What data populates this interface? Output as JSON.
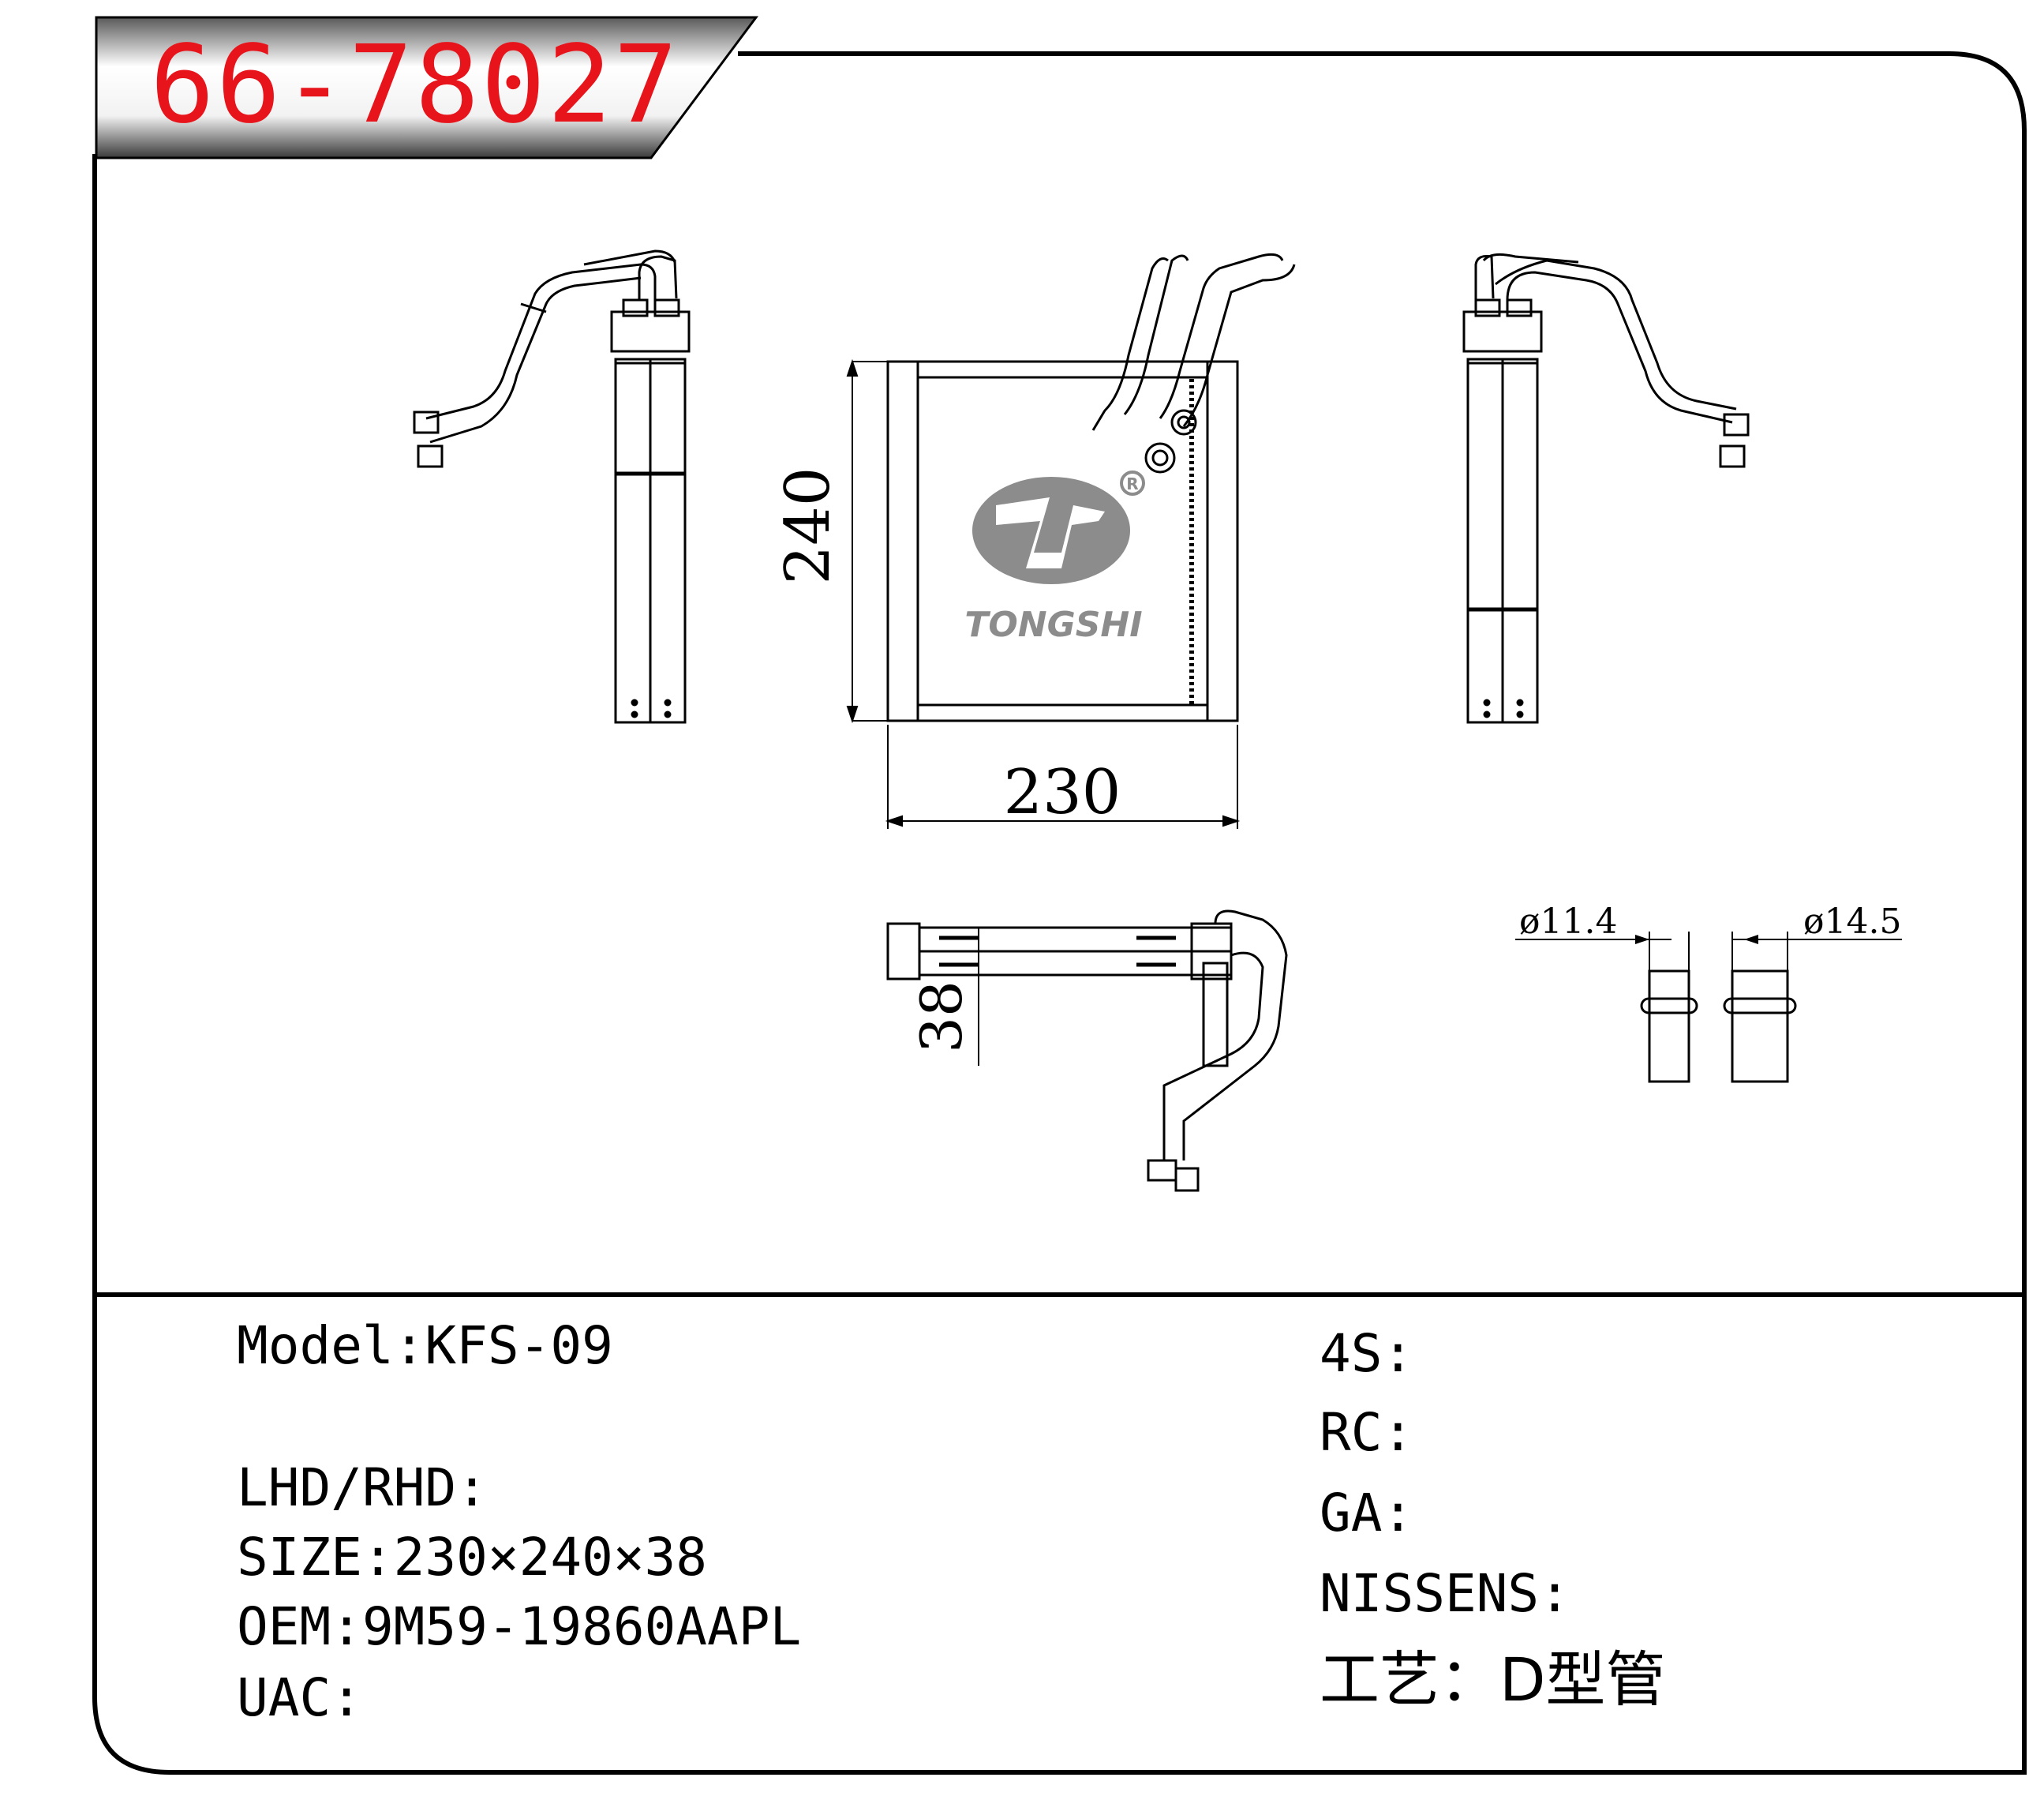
{
  "header": {
    "part_number": "66-78027"
  },
  "logo": {
    "brand": "TONGSHI",
    "registered_mark": "R",
    "color": "#8c8c8c"
  },
  "dimensions": {
    "height_label": "240",
    "width_label": "230",
    "depth_label": "38",
    "inlet_diameter": "ø11.4",
    "outlet_diameter": "ø14.5"
  },
  "specs_left": {
    "model": "Model:KFS-09",
    "lhd_rhd": "LHD/RHD:",
    "size": "SIZE:230×240×38",
    "oem": "OEM:9M59-19860AAPL",
    "uac": "UAC:"
  },
  "specs_right": {
    "four_s": "4S:",
    "rc": "RC:",
    "ga": "GA:",
    "nissens": "NISSENS:",
    "process": "工艺：D型管"
  },
  "colors": {
    "part_number": "#e8141b",
    "line": "#000000"
  }
}
